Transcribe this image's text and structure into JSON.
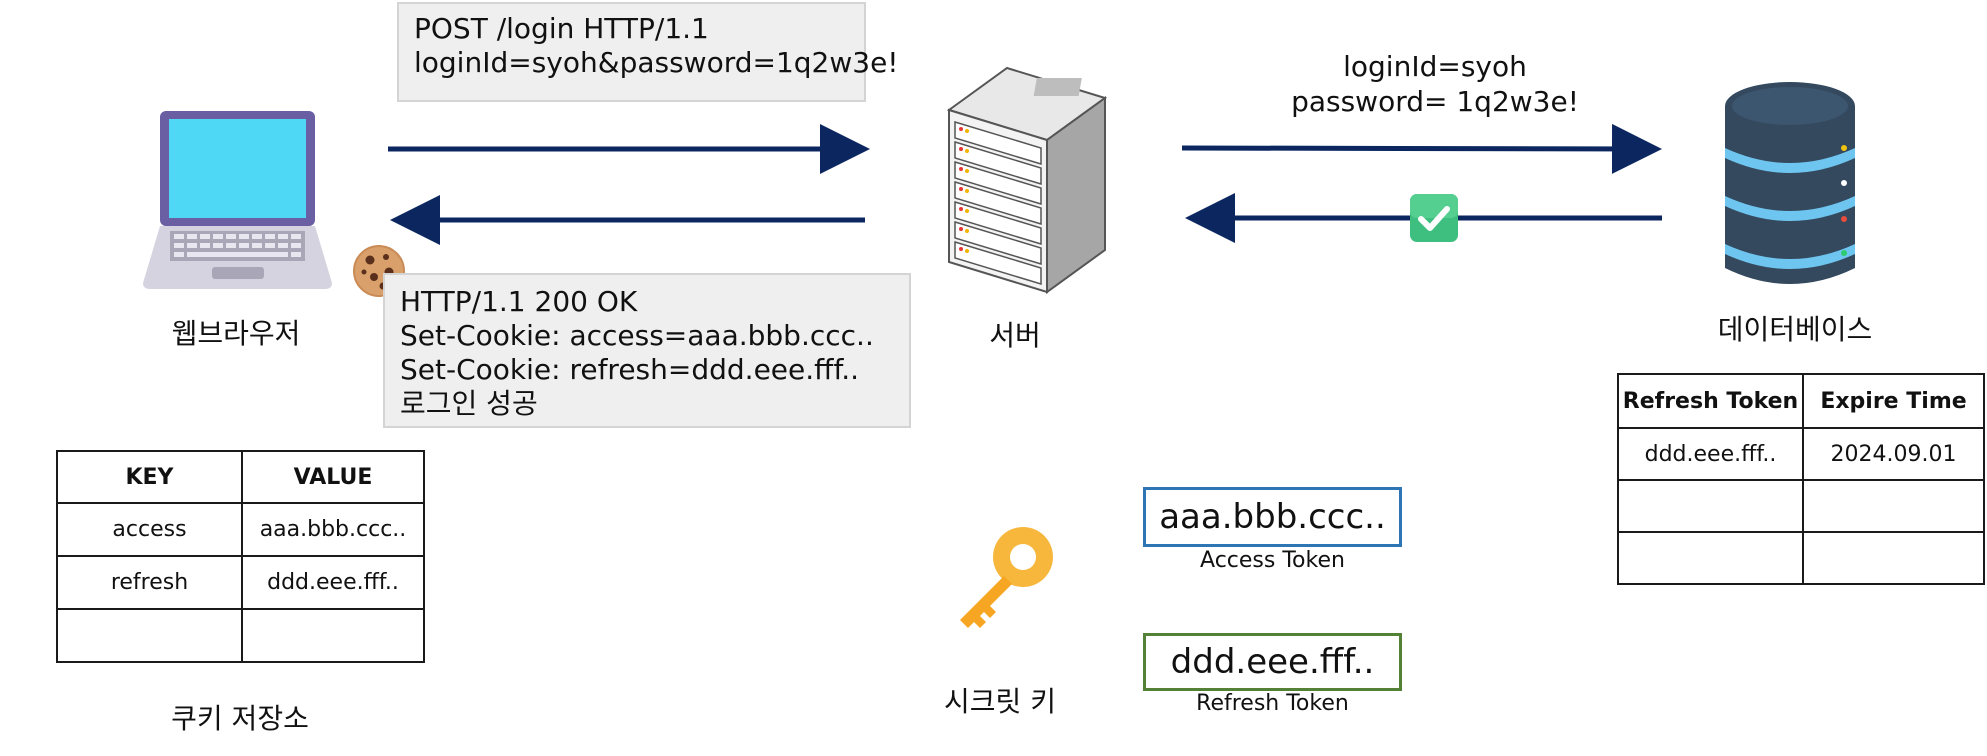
{
  "request_box": {
    "lines": [
      "POST  /login HTTP/1.1",
      "loginId=syoh&password=1q2w3e!"
    ]
  },
  "response_box": {
    "lines": [
      "HTTP/1.1 200 OK",
      "Set-Cookie: access=aaa.bbb.ccc..",
      "Set-Cookie: refresh=ddd.eee.fff..",
      "로그인 성공"
    ]
  },
  "db_request": {
    "lines": [
      "loginId=syoh",
      "password= 1q2w3e!"
    ]
  },
  "labels": {
    "browser": "웹브라우저",
    "server": "서버",
    "database": "데이터베이스",
    "cookie_store": "쿠키 저장소",
    "secret_key": "시크릿 키"
  },
  "cookie_table": {
    "headers": [
      "KEY",
      "VALUE"
    ],
    "rows": [
      [
        "access",
        "aaa.bbb.ccc.."
      ],
      [
        "refresh",
        "ddd.eee.fff.."
      ],
      [
        "",
        ""
      ]
    ]
  },
  "db_table": {
    "headers": [
      "Refresh Token",
      "Expire Time"
    ],
    "rows": [
      [
        "ddd.eee.fff..",
        "2024.09.01"
      ],
      [
        "",
        ""
      ],
      [
        "",
        ""
      ]
    ]
  },
  "tokens": {
    "access": {
      "value": "aaa.bbb.ccc..",
      "label": "Access Token"
    },
    "refresh": {
      "value": "ddd.eee.fff..",
      "label": "Refresh Token"
    }
  },
  "colors": {
    "arrow": "#0c2660",
    "access_border": "#2e75b6",
    "refresh_border": "#538135",
    "check": "#3fbf7f"
  },
  "icons": [
    "laptop-icon",
    "server-icon",
    "database-icon",
    "cookie-icon",
    "key-icon",
    "check-icon"
  ]
}
